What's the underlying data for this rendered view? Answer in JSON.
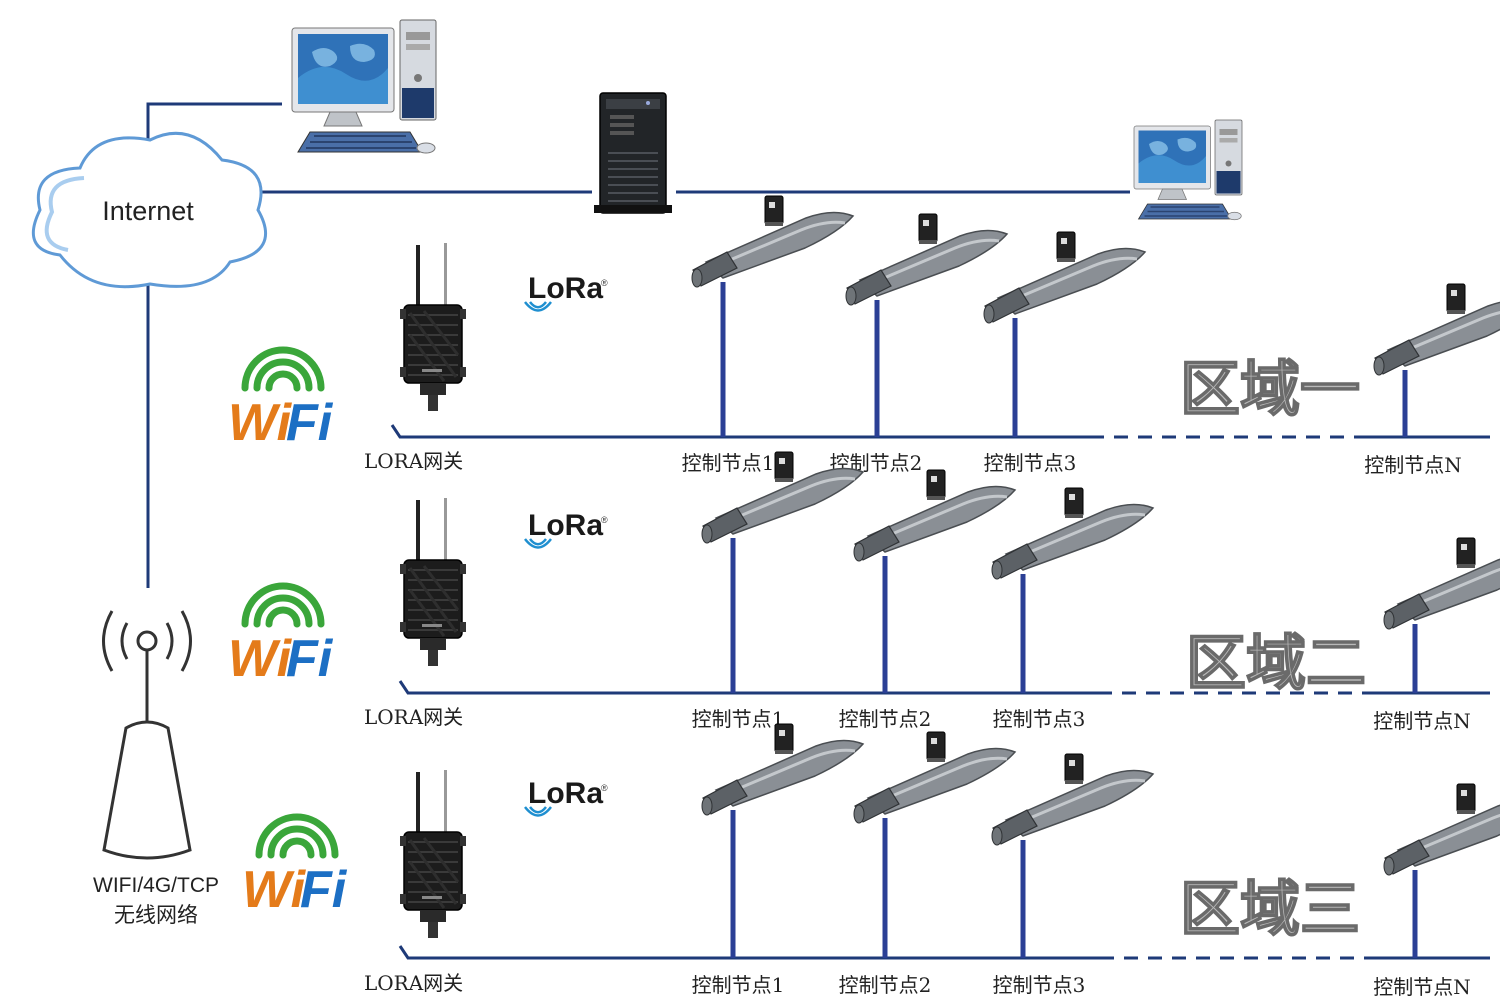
{
  "internet": {
    "label": "Internet"
  },
  "wireless": {
    "line1": "WIFI/4G/TCP",
    "line2": "无线网络"
  },
  "logos": {
    "lora": "LoRa",
    "lora_mark": "®",
    "wifi_w": "Wi",
    "wifi_f": "Fi"
  },
  "zones": [
    {
      "name": "区域一",
      "gateway_label": "LORA网关",
      "nodes": [
        "控制节点1",
        "控制节点2",
        "控制节点3"
      ],
      "last_node": "控制节点N"
    },
    {
      "name": "区域二",
      "gateway_label": "LORA网关",
      "nodes": [
        "控制节点1",
        "控制节点2",
        "控制节点3"
      ],
      "last_node": "控制节点N"
    },
    {
      "name": "区域三",
      "gateway_label": "LORA网关",
      "nodes": [
        "控制节点1",
        "控制节点2",
        "控制节点3"
      ],
      "last_node": "控制节点N"
    }
  ],
  "colors": {
    "line": "#1e3a78",
    "pole": "#2b3f95",
    "wifi_orange": "#e47b1a",
    "wifi_green": "#3aa63a",
    "wifi_blue": "#1c6fc4",
    "lora_waves": "#1f8fd0",
    "zone_text": "#b9b9b9"
  }
}
